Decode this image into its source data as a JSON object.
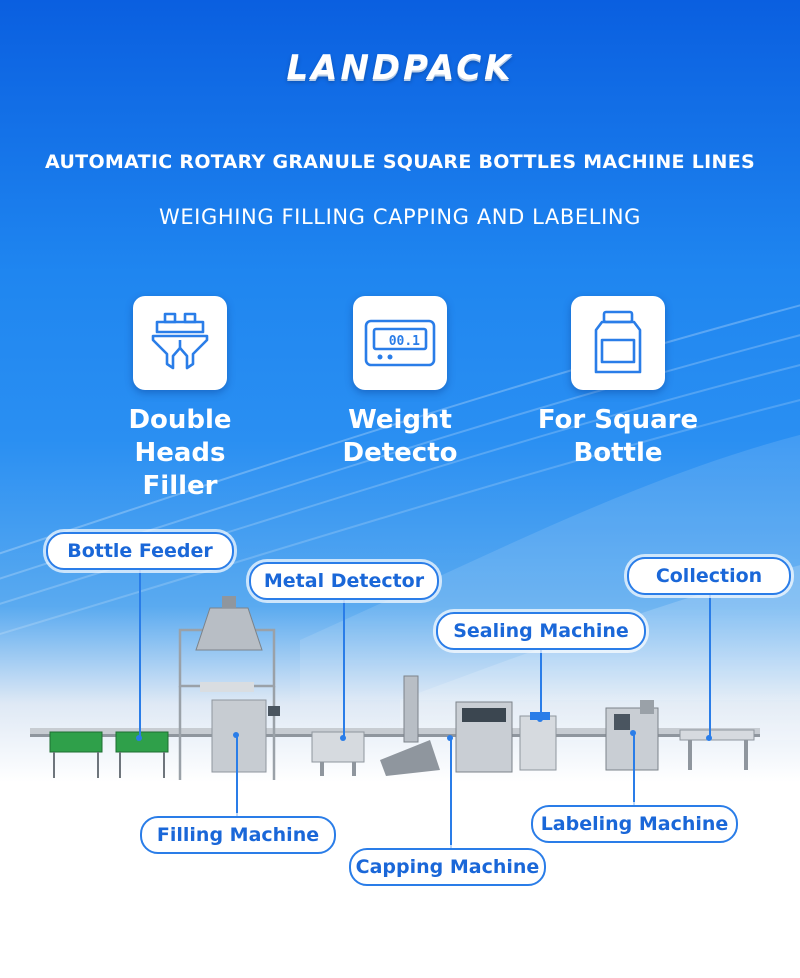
{
  "brand": {
    "logo_text": "LANDPACK"
  },
  "header": {
    "title": "AUTOMATIC ROTARY GRANULE SQUARE BOTTLES MACHINE LINES",
    "subtitle": "WEIGHING FILLING CAPPING AND LABELING"
  },
  "features": [
    {
      "icon": "double-hopper-icon",
      "label": "Double Heads\nFiller"
    },
    {
      "icon": "weight-display-icon",
      "label": "Weight\nDetecto",
      "display_value": "00.1"
    },
    {
      "icon": "square-bottle-icon",
      "label": "For Square\nBottle"
    }
  ],
  "callouts": {
    "bottle_feeder": "Bottle Feeder",
    "metal_detector": "Metal Detector",
    "collection": "Collection",
    "sealing_machine": "Sealing Machine",
    "filling_machine": "Filling Machine",
    "capping_machine": "Capping Machine",
    "labeling_machine": "Labeling Machine"
  },
  "colors": {
    "accent_blue": "#2a7de8",
    "logo_accent": "#ff7a1a",
    "background_top": "#0a5fe0"
  }
}
